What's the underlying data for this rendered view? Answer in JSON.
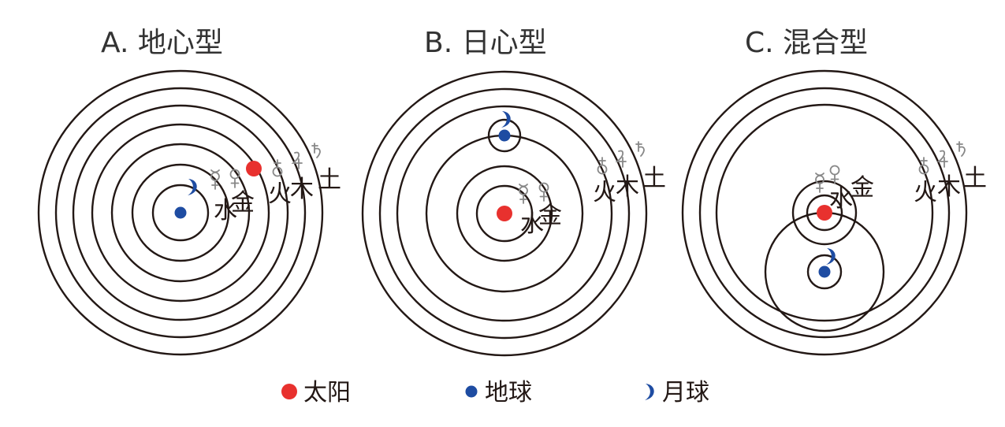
{
  "colors": {
    "orbit": "#231815",
    "sun": "#e8312e",
    "earth": "#1e4ca2",
    "moon": "#1e4ca2",
    "symbol": "#888888",
    "label": "#231815"
  },
  "panels": [
    {
      "title": "A. 地心型",
      "labels": {
        "mercury": "水",
        "venus": "金",
        "mars": "火",
        "jupiter": "木",
        "saturn": "土"
      }
    },
    {
      "title": "B. 日心型",
      "labels": {
        "mercury": "水",
        "venus": "金",
        "mars": "火",
        "jupiter": "木",
        "saturn": "土"
      }
    },
    {
      "title": "C. 混合型",
      "labels": {
        "mercury": "水",
        "venus": "金",
        "mars": "火",
        "jupiter": "木",
        "saturn": "土"
      }
    }
  ],
  "legend": {
    "sun": "太阳",
    "earth": "地球",
    "moon": "月球"
  },
  "icons": {
    "mercury": "mercury-symbol-icon",
    "venus": "venus-symbol-icon",
    "mars": "mars-symbol-icon",
    "jupiter": "jupiter-symbol-icon",
    "saturn": "saturn-symbol-icon",
    "moon": "crescent-moon-icon"
  }
}
